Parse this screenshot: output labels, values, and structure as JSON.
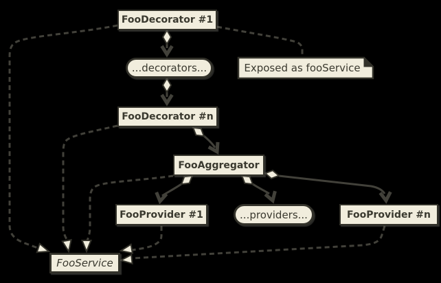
{
  "diagram": {
    "kind": "uml-class-diagram",
    "colors": {
      "background": "#000000",
      "node_fill": "#F1EDDD",
      "node_border": "#33322A",
      "text": "#3A392F",
      "edge": "#42413A"
    },
    "nodes": [
      {
        "id": "decorator1",
        "label": "FooDecorator #1",
        "shape": "rect"
      },
      {
        "id": "decorators",
        "label": "...decorators...",
        "shape": "stadium"
      },
      {
        "id": "note",
        "label": "Exposed as fooService",
        "shape": "note"
      },
      {
        "id": "decoratorN",
        "label": "FooDecorator #n",
        "shape": "rect"
      },
      {
        "id": "aggregator",
        "label": "FooAggregator",
        "shape": "rect"
      },
      {
        "id": "provider1",
        "label": "FooProvider #1",
        "shape": "rect"
      },
      {
        "id": "providers",
        "label": "...providers...",
        "shape": "stadium"
      },
      {
        "id": "providerN",
        "label": "FooProvider #n",
        "shape": "rect"
      },
      {
        "id": "service",
        "label": "FooService",
        "shape": "rect-italic-interface"
      }
    ],
    "edges": [
      {
        "from": "FooDecorator #1",
        "to": "...decorators...",
        "type": "composition"
      },
      {
        "from": "...decorators...",
        "to": "FooDecorator #n",
        "type": "composition"
      },
      {
        "from": "FooDecorator #n",
        "to": "FooAggregator",
        "type": "composition"
      },
      {
        "from": "FooAggregator",
        "to": "FooProvider #1",
        "type": "composition"
      },
      {
        "from": "FooAggregator",
        "to": "...providers...",
        "type": "composition"
      },
      {
        "from": "FooAggregator",
        "to": "FooProvider #n",
        "type": "composition"
      },
      {
        "from": "FooDecorator #1",
        "to": "FooService",
        "type": "realization-dashed"
      },
      {
        "from": "FooDecorator #n",
        "to": "FooService",
        "type": "realization-dashed"
      },
      {
        "from": "FooAggregator",
        "to": "FooService",
        "type": "realization-dashed"
      },
      {
        "from": "FooProvider #1",
        "to": "FooService",
        "type": "realization-dashed"
      },
      {
        "from": "FooProvider #n",
        "to": "FooService",
        "type": "realization-dashed"
      },
      {
        "from": "FooDecorator #1",
        "to": "note",
        "type": "note-link-dashed"
      }
    ]
  }
}
